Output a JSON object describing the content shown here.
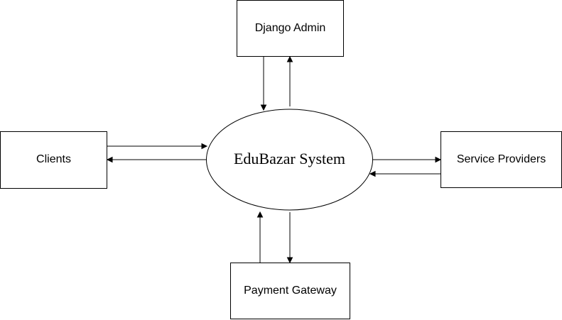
{
  "diagram": {
    "center": {
      "label": "EduBazar System"
    },
    "entities": {
      "top": {
        "label": "Django Admin"
      },
      "left": {
        "label": "Clients"
      },
      "right": {
        "label": "Service Providers"
      },
      "bottom": {
        "label": "Payment Gateway"
      }
    }
  }
}
